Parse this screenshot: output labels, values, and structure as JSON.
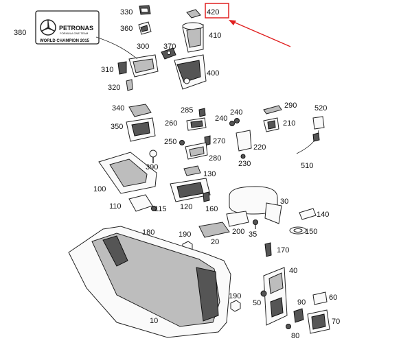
{
  "badge": {
    "brand": "PETRONAS",
    "subline": "FORMULA ONE TEAM",
    "footer": "WORLD CHAMPION 2015"
  },
  "highlight": {
    "label": "420",
    "color": "#e02020"
  },
  "labels": {
    "l330": "330",
    "l360": "360",
    "l380": "380",
    "l370": "370",
    "l300": "300",
    "l310": "310",
    "l320": "320",
    "l410": "410",
    "l400": "400",
    "l340": "340",
    "l285": "285",
    "l240": "240",
    "l290": "290",
    "l520": "520",
    "l260": "260",
    "l210": "210",
    "l350": "350",
    "l250": "250",
    "l270": "270",
    "l220": "220",
    "l230": "230",
    "l280": "280",
    "l510": "510",
    "l390": "390",
    "l130": "130",
    "l100": "100",
    "l30": "30",
    "l110": "110",
    "l115": "115",
    "l120": "120",
    "l160": "160",
    "l140": "140",
    "l200": "200",
    "l35": "35",
    "l150": "150",
    "l180": "180",
    "l190a": "190",
    "l20": "20",
    "l170": "170",
    "l40": "40",
    "l190b": "190",
    "l50": "50",
    "l90": "90",
    "l60": "60",
    "l70": "70",
    "l10": "10",
    "l80": "80"
  }
}
